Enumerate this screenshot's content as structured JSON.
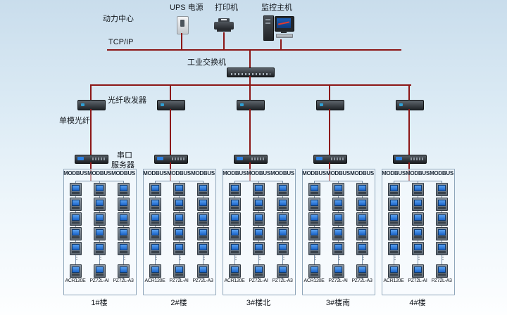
{
  "header": {
    "power_center_label": "动力中心",
    "ups_label": "UPS 电源",
    "printer_label": "打印机",
    "host_label": "监控主机",
    "tcpip_label": "TCP/IP",
    "switch_label": "工业交换机"
  },
  "annotations": {
    "fiber_transceiver": "光纤收发器",
    "single_mode_fiber": "单模光纤",
    "serial_server_line1": "串口",
    "serial_server_line2": "服务器",
    "ellipsis": "⋮"
  },
  "bus_label": "MODBUS",
  "meter_models": [
    "ACR120E",
    "PZ72L-AI",
    "PZ72L-A3"
  ],
  "buildings": [
    "1#楼",
    "2#楼",
    "3#楼北",
    "3#楼南",
    "4#楼"
  ],
  "meter_rows_visible": 6,
  "colors": {
    "trunk_line": "#8c1616",
    "modbus_line": "#7e94ad",
    "meter_screen": "#2b7fe0"
  }
}
